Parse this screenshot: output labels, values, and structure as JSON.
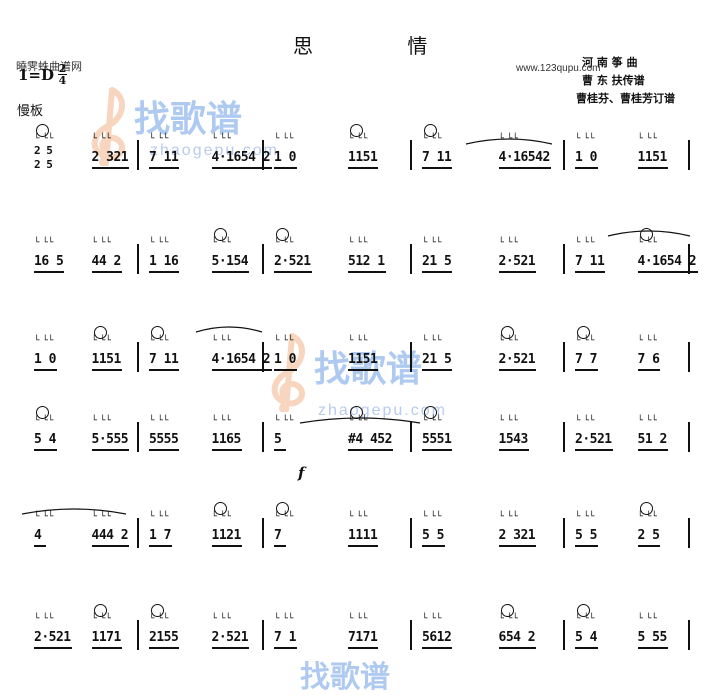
{
  "header": {
    "title": "思 情",
    "credit_1": "河 南 筝 曲",
    "credit_2": "曹 东 扶传谱",
    "credit_3": "曹桂芬、曹桂芳订谱",
    "site_top_left": "曉霁蛛曲谱网",
    "site_top_right": "www.123qupu.com",
    "key": "1=D",
    "meter_top": "2",
    "meter_bottom": "4",
    "tempo": "慢板"
  },
  "watermark": {
    "brand": "找歌谱",
    "domain": "zhaogepu.com"
  },
  "rows": [
    {
      "measures": [
        [
          "2 5|2 5",
          "2 321"
        ],
        [
          "7 11",
          "4·1654 2"
        ],
        [
          "1 0",
          "1151"
        ],
        [
          "7 11",
          "4·16542"
        ],
        [
          "1 0",
          "1151"
        ]
      ]
    },
    {
      "measures": [
        [
          "16 5",
          "44 2"
        ],
        [
          "1 16",
          "5·154"
        ],
        [
          "2·521",
          "512 1"
        ],
        [
          "21 5",
          "2·521"
        ],
        [
          "7 11",
          "4·1654 2"
        ]
      ]
    },
    {
      "measures": [
        [
          "1 0",
          "1151"
        ],
        [
          "7 11",
          "4·1654 2"
        ],
        [
          "1 0",
          "1151"
        ],
        [
          "21 5",
          "2·521"
        ],
        [
          "7 7",
          "7 6"
        ]
      ]
    },
    {
      "measures": [
        [
          "5 4",
          "5·555"
        ],
        [
          "5555",
          "1165"
        ],
        [
          "5",
          "#4 452"
        ],
        [
          "5551",
          "1543"
        ],
        [
          "2·521",
          "51 2"
        ]
      ],
      "dynamic": "f"
    },
    {
      "measures": [
        [
          "4",
          "444 2"
        ],
        [
          "1 7",
          "1121"
        ],
        [
          "7",
          "1111"
        ],
        [
          "5 5",
          "2 321"
        ],
        [
          "5 5",
          "2 5"
        ]
      ]
    },
    {
      "measures": [
        [
          "2·521",
          "1171"
        ],
        [
          "2155",
          "2·521"
        ],
        [
          "7 1",
          "7171"
        ],
        [
          "5612",
          "654 2"
        ],
        [
          "5 4",
          "5 55"
        ]
      ]
    }
  ]
}
